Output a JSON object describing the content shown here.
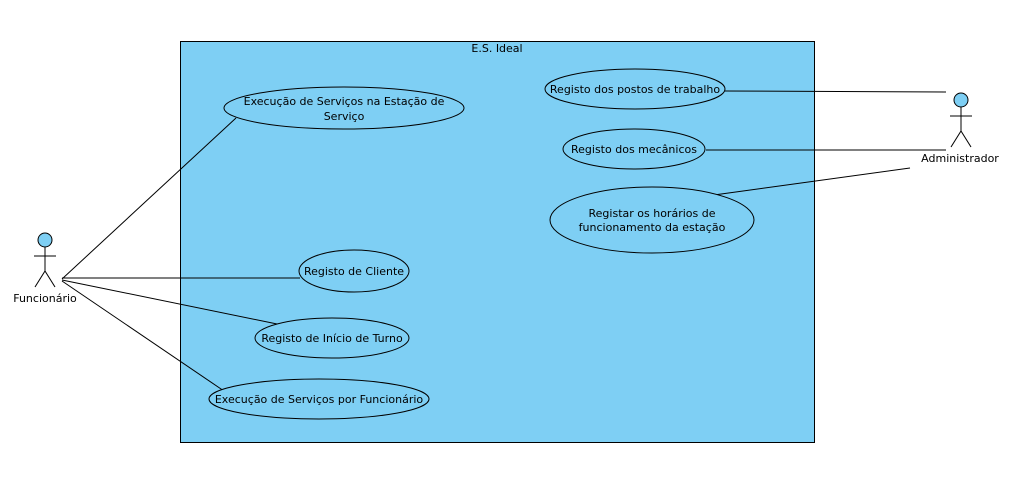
{
  "system": {
    "title": "E.S. Ideal"
  },
  "actors": {
    "funcionario": {
      "label": "Funcionário"
    },
    "administrador": {
      "label": "Administrador"
    }
  },
  "use_cases": {
    "exec_estacao": {
      "line1": "Execução de Serviços na Estação de",
      "line2": "Serviço"
    },
    "registo_cliente": {
      "label": "Registo de Cliente"
    },
    "registo_turno": {
      "label": "Registo de Início de Turno"
    },
    "exec_funcionario": {
      "label": "Execução de Serviços por Funcionário"
    },
    "registo_postos": {
      "label": "Registo dos postos de trabalho"
    },
    "registo_mecanicos": {
      "label": "Registo dos mecânicos"
    },
    "registar_horarios": {
      "line1": "Registar os horários de",
      "line2": "funcionamento da estação"
    }
  },
  "colors": {
    "fill": "#7ecff4",
    "stroke": "#000000",
    "background": "#ffffff"
  }
}
